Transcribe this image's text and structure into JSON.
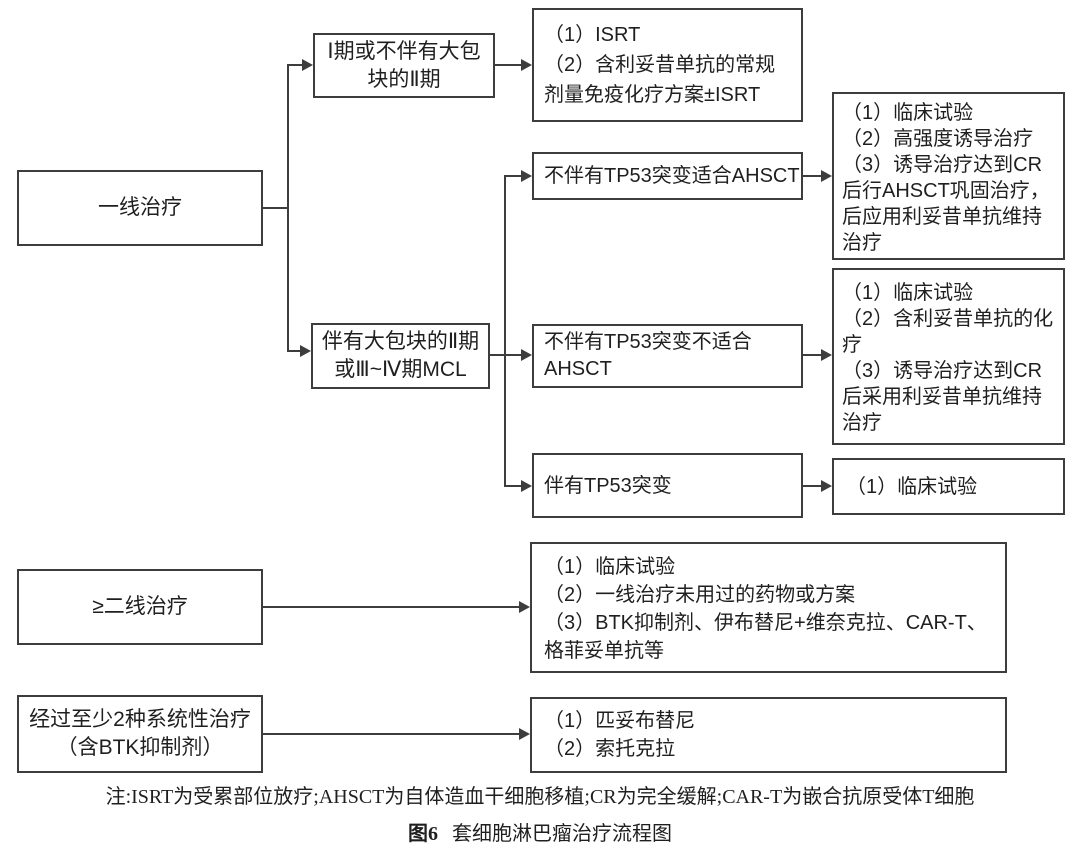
{
  "figure": {
    "note": "注:ISRT为受累部位放疗;AHSCT为自体造血干细胞移植;CR为完全缓解;CAR-T为嵌合抗原受体T细胞",
    "caption_label": "图6",
    "caption_title": "套细胞淋巴瘤治疗流程图"
  },
  "colors": {
    "line": "#3d3d3d",
    "text": "#1f1f1f",
    "background": "#ffffff"
  },
  "nodes": {
    "first_line": {
      "label": "一线治疗"
    },
    "stage_early": {
      "label": "Ⅰ期或不伴有大包块的Ⅱ期"
    },
    "stage_early_tx": {
      "items": [
        "（1）ISRT",
        "（2）含利妥昔单抗的常规剂量免疫化疗方案±ISRT"
      ]
    },
    "stage_bulky": {
      "label": "伴有大包块的Ⅱ期或Ⅲ~Ⅳ期MCL"
    },
    "no_tp53_ahsct_fit": {
      "label": "不伴有TP53突变适合AHSCT"
    },
    "no_tp53_ahsct_fit_tx": {
      "items": [
        "（1）临床试验",
        "（2）高强度诱导治疗",
        "（3）诱导治疗达到CR后行AHSCT巩固治疗，后应用利妥昔单抗维持治疗"
      ]
    },
    "no_tp53_ahsct_unfit": {
      "label": "不伴有TP53突变不适合AHSCT"
    },
    "no_tp53_ahsct_unfit_tx": {
      "items": [
        "（1）临床试验",
        "（2）含利妥昔单抗的化疗",
        "（3）诱导治疗达到CR后采用利妥昔单抗维持治疗"
      ]
    },
    "tp53_mut": {
      "label": "伴有TP53突变"
    },
    "tp53_mut_tx": {
      "items": [
        "（1）临床试验"
      ]
    },
    "second_line": {
      "label": "≥二线治疗"
    },
    "second_line_tx": {
      "items": [
        "（1）临床试验",
        "（2）一线治疗未用过的药物或方案",
        "（3）BTK抑制剂、伊布替尼+维奈克拉、CAR-T、格菲妥单抗等"
      ]
    },
    "post_two_lines": {
      "label": "经过至少2种系统性治疗（含BTK抑制剂）"
    },
    "post_two_lines_tx": {
      "items": [
        "（1）匹妥布替尼",
        "（2）索托克拉"
      ]
    }
  }
}
